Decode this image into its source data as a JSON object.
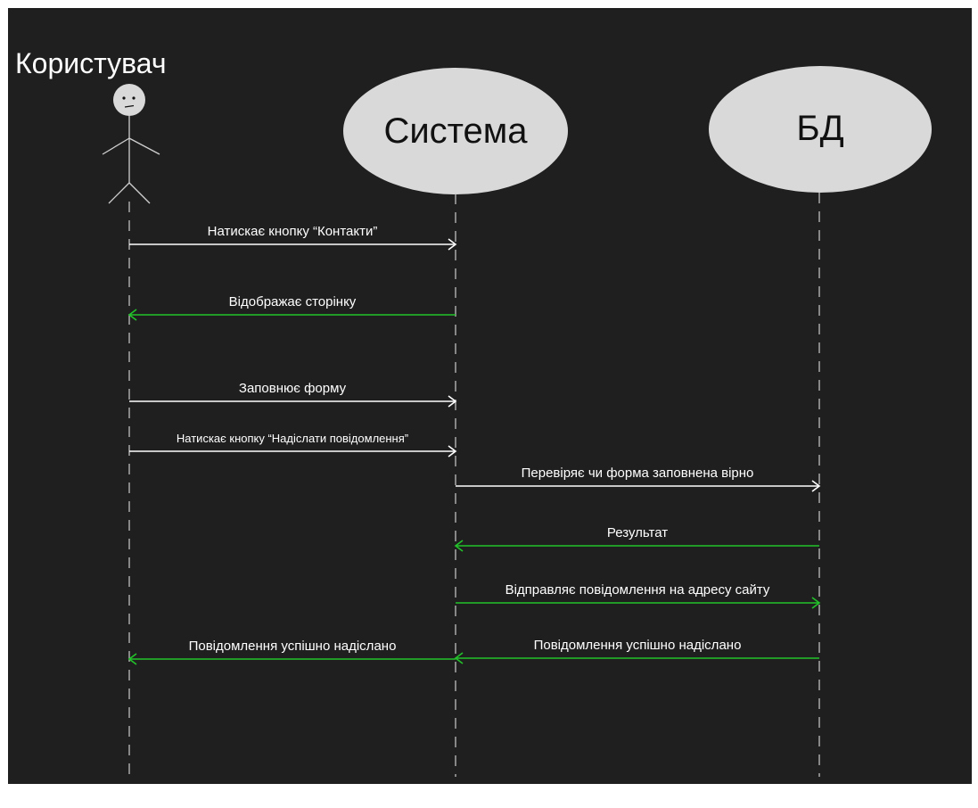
{
  "colors": {
    "background": "#1f1f1f",
    "request_arrow": "#ffffff",
    "response_arrow": "#22c32b",
    "lifeline": "#cccccc",
    "participant_fill": "#d9d9d9",
    "participant_text": "#111111",
    "text": "#ffffff"
  },
  "participants": {
    "user": {
      "label": "Користувач",
      "icon": "stick-figure-neutral-face-icon"
    },
    "system": {
      "label": "Система"
    },
    "db": {
      "label": "БД"
    }
  },
  "messages": [
    {
      "from": "user",
      "to": "system",
      "kind": "request",
      "label": "Натискає кнопку “Контакти”"
    },
    {
      "from": "system",
      "to": "user",
      "kind": "response",
      "label": "Відображає сторінку"
    },
    {
      "from": "user",
      "to": "system",
      "kind": "request",
      "label": "Заповнює форму"
    },
    {
      "from": "user",
      "to": "system",
      "kind": "request",
      "label": "Натискає кнопку “Надіслати повідомлення”"
    },
    {
      "from": "system",
      "to": "db",
      "kind": "request",
      "label": "Перевіряє чи форма заповнена вірно"
    },
    {
      "from": "db",
      "to": "system",
      "kind": "response",
      "label": "Результат"
    },
    {
      "from": "system",
      "to": "db",
      "kind": "response",
      "label": "Відправляє повідомлення на адресу сайту"
    },
    {
      "from": "db",
      "to": "system",
      "kind": "response",
      "label": "Повідомлення успішно надіслано"
    },
    {
      "from": "system",
      "to": "user",
      "kind": "response",
      "label": "Повідомлення успішно надіслано"
    }
  ]
}
